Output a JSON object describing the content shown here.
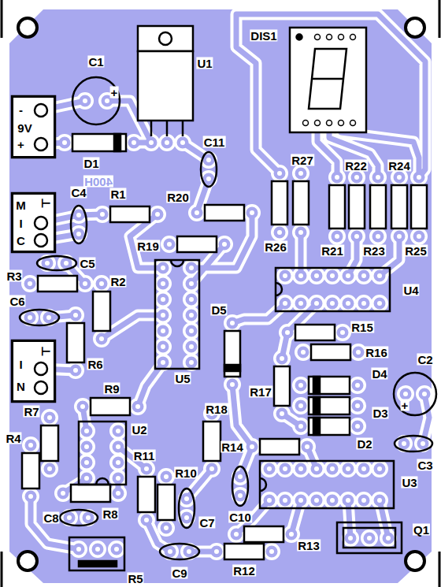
{
  "diagram": {
    "nodes": [
      {
        "text": [
          "-",
          "9V",
          "+"
        ]
      },
      {
        "text": [
          "M",
          "I",
          "C",
          "⊥"
        ]
      },
      {
        "text": [
          "I",
          "N",
          "⊥"
        ]
      }
    ],
    "labels": [
      "C1",
      "+",
      "U1",
      "DIS1",
      "D1",
      "C11",
      "400H",
      "C4",
      "R1",
      "R20",
      "R27",
      "R22",
      "R24",
      "R26",
      "R21",
      "R23",
      "R25",
      "R19",
      "C5",
      "R3",
      "R2",
      "C6",
      "U4",
      "D5",
      "R15",
      "R16",
      "C2",
      "+",
      "R6",
      "U5",
      "R17",
      "D4",
      "D3",
      "R9",
      "R18",
      "D2",
      "R7",
      "U2",
      "R14",
      "C3",
      "R4",
      "R11",
      "U3",
      "R10",
      "C10",
      "C8",
      "R8",
      "C7",
      "R13",
      "Q1",
      "R5",
      "C9",
      "R12"
    ]
  }
}
